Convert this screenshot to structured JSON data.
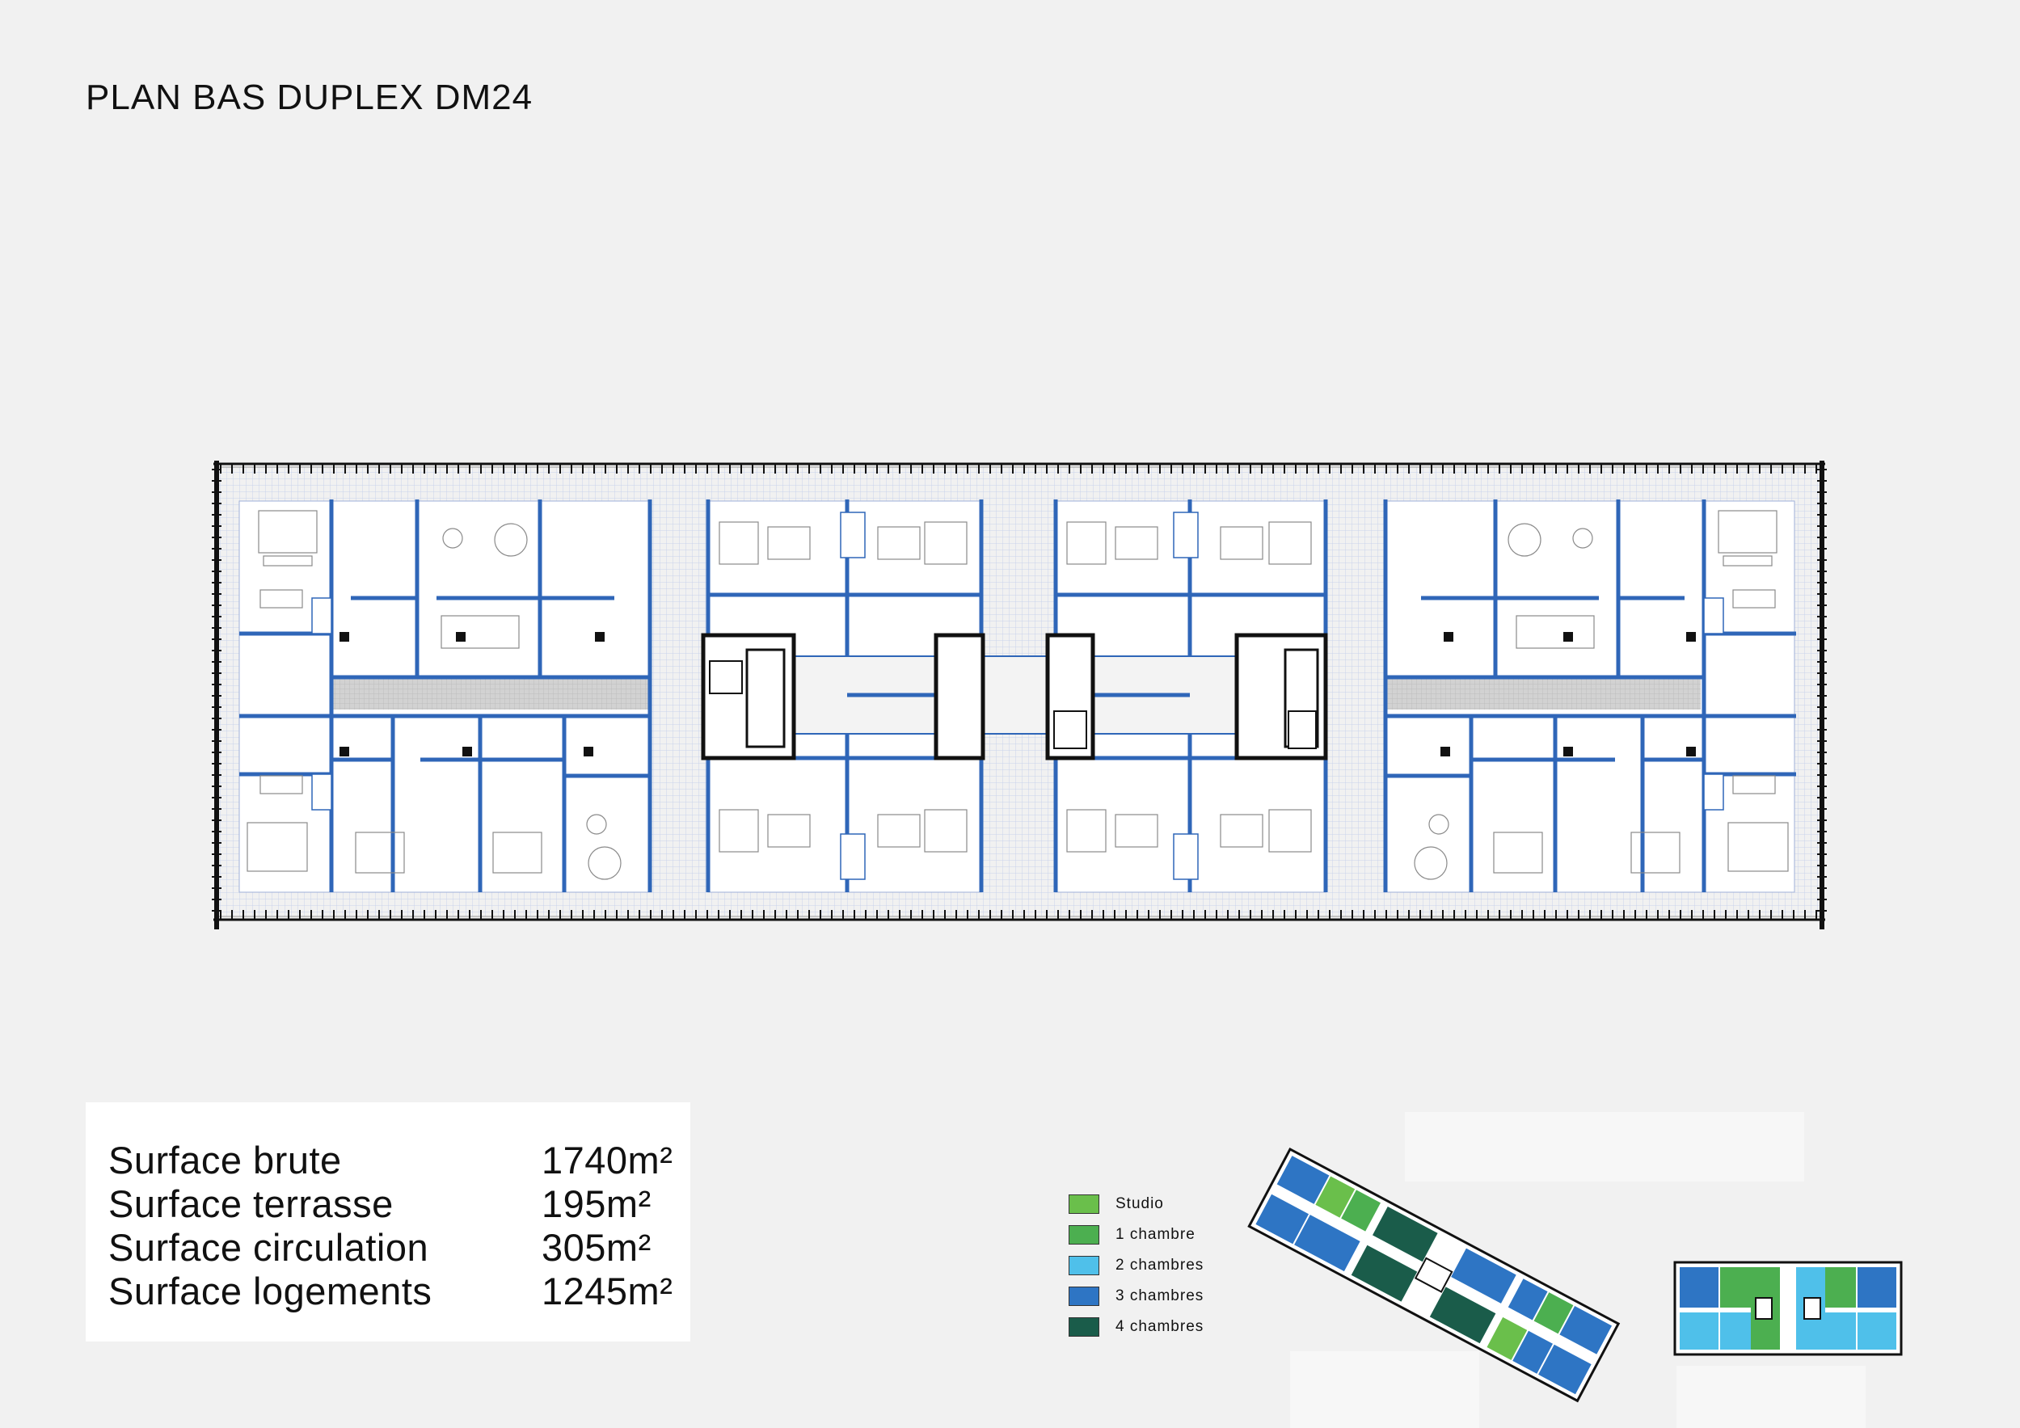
{
  "title": "PLAN BAS DUPLEX DM24",
  "stats": [
    {
      "label": "Surface brute",
      "value": "1740m²"
    },
    {
      "label": "Surface terrasse",
      "value": "195m²"
    },
    {
      "label": "Surface circulation",
      "value": "305m²"
    },
    {
      "label": "Surface logements",
      "value": "1245m²"
    }
  ],
  "legend": [
    {
      "label": "Studio",
      "color": "#6abf4b"
    },
    {
      "label": "1 chambre",
      "color": "#4caf50"
    },
    {
      "label": "2 chambres",
      "color": "#4fc0ea"
    },
    {
      "label": "3 chambres",
      "color": "#2e75c4"
    },
    {
      "label": "4 chambres",
      "color": "#1a5c4a"
    }
  ],
  "colors": {
    "wall_blue": "#2f66b8",
    "core_black": "#111111",
    "corridor_grey": "#c8c8c8",
    "grid_blue": "#c9d3ea"
  }
}
